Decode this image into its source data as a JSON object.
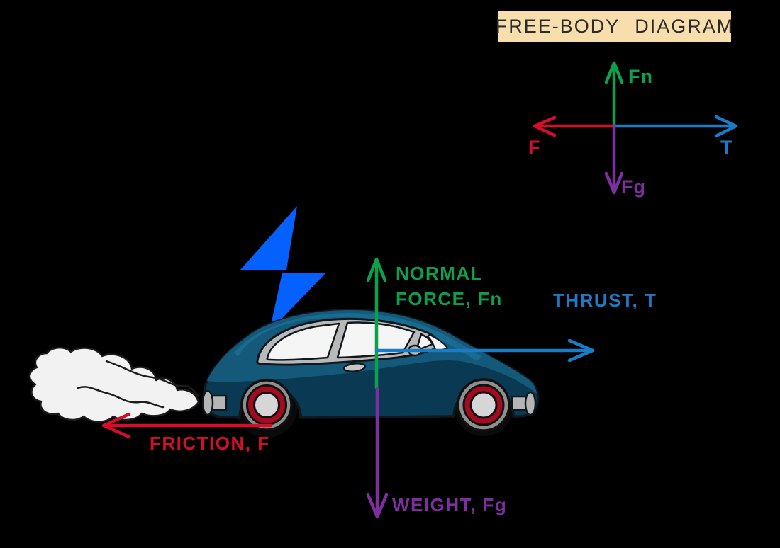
{
  "title": {
    "text": "FREE-BODY DIAGRAM"
  },
  "colors": {
    "background": "#000000",
    "title_box_bg": "#f8ddad",
    "title_text": "#2b2b2b",
    "normal_green": "#0da04c",
    "friction_red": "#d20f2b",
    "thrust_blue": "#1b7bc4",
    "weight_purple": "#7e2f9f",
    "lightning_blue": "#0561fe",
    "car_body_upper": "#14587a",
    "car_body_lower": "#0a3a53",
    "window_trim_gray": "#b9b9b9",
    "glass_white": "#f5f5f5",
    "wheel_rim_red": "#a30b20",
    "wheel_hub_gray": "#d6d6d6",
    "wheel_outer_gray": "#8f8f8f",
    "bumper_gray": "#b5b5b5",
    "smoke_white": "#f2f2f2",
    "outline_dark": "#10181e"
  },
  "free_body_diagram": {
    "normal_label": "Fn",
    "friction_label": "F",
    "thrust_label": "T",
    "weight_label": "Fg"
  },
  "scene_labels": {
    "normal_line1": "NORMAL",
    "normal_line2": "FORCE, Fn",
    "thrust": "THRUST, T",
    "friction": "FRICTION, F",
    "weight": "WEIGHT, Fg"
  }
}
